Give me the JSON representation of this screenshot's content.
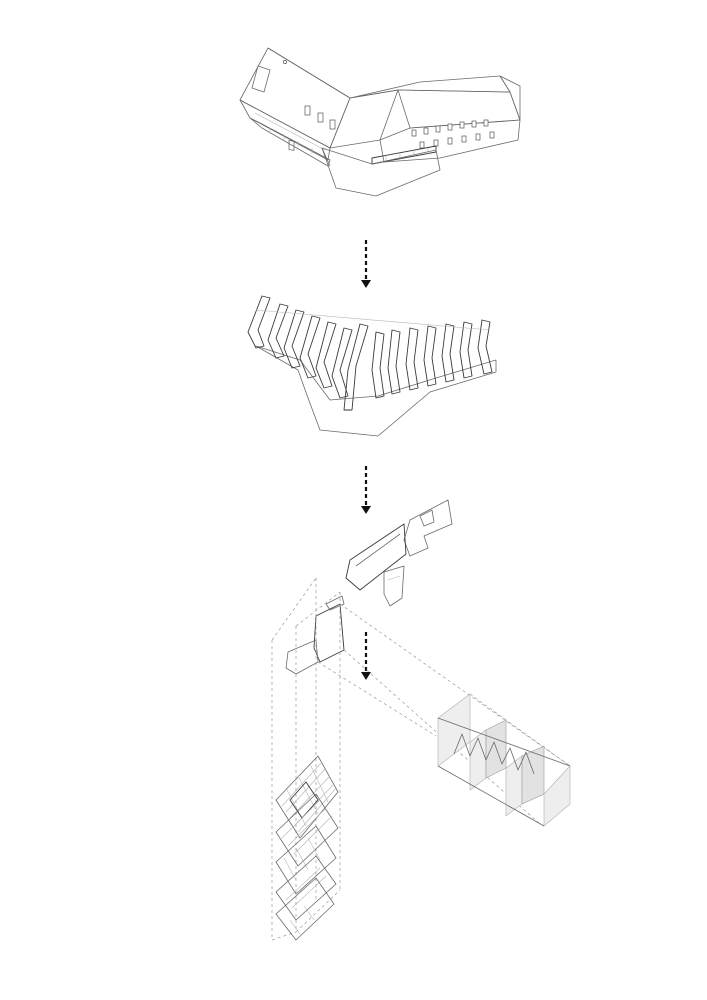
{
  "figure": {
    "kind": "exploded axonometric architectural diagram",
    "stages": [
      {
        "id": "building-massing",
        "description_visible": false
      },
      {
        "id": "structural-frames",
        "description_visible": false
      },
      {
        "id": "floor-plates-and-components",
        "description_visible": false
      }
    ],
    "arrow_count": 3,
    "colors": {
      "line": "#6a6a6a",
      "line_dark": "#3a3a3a",
      "dashed_guide": "#9a9a9a",
      "arrow": "#111111",
      "panel_shade": "#eeeeee"
    }
  }
}
